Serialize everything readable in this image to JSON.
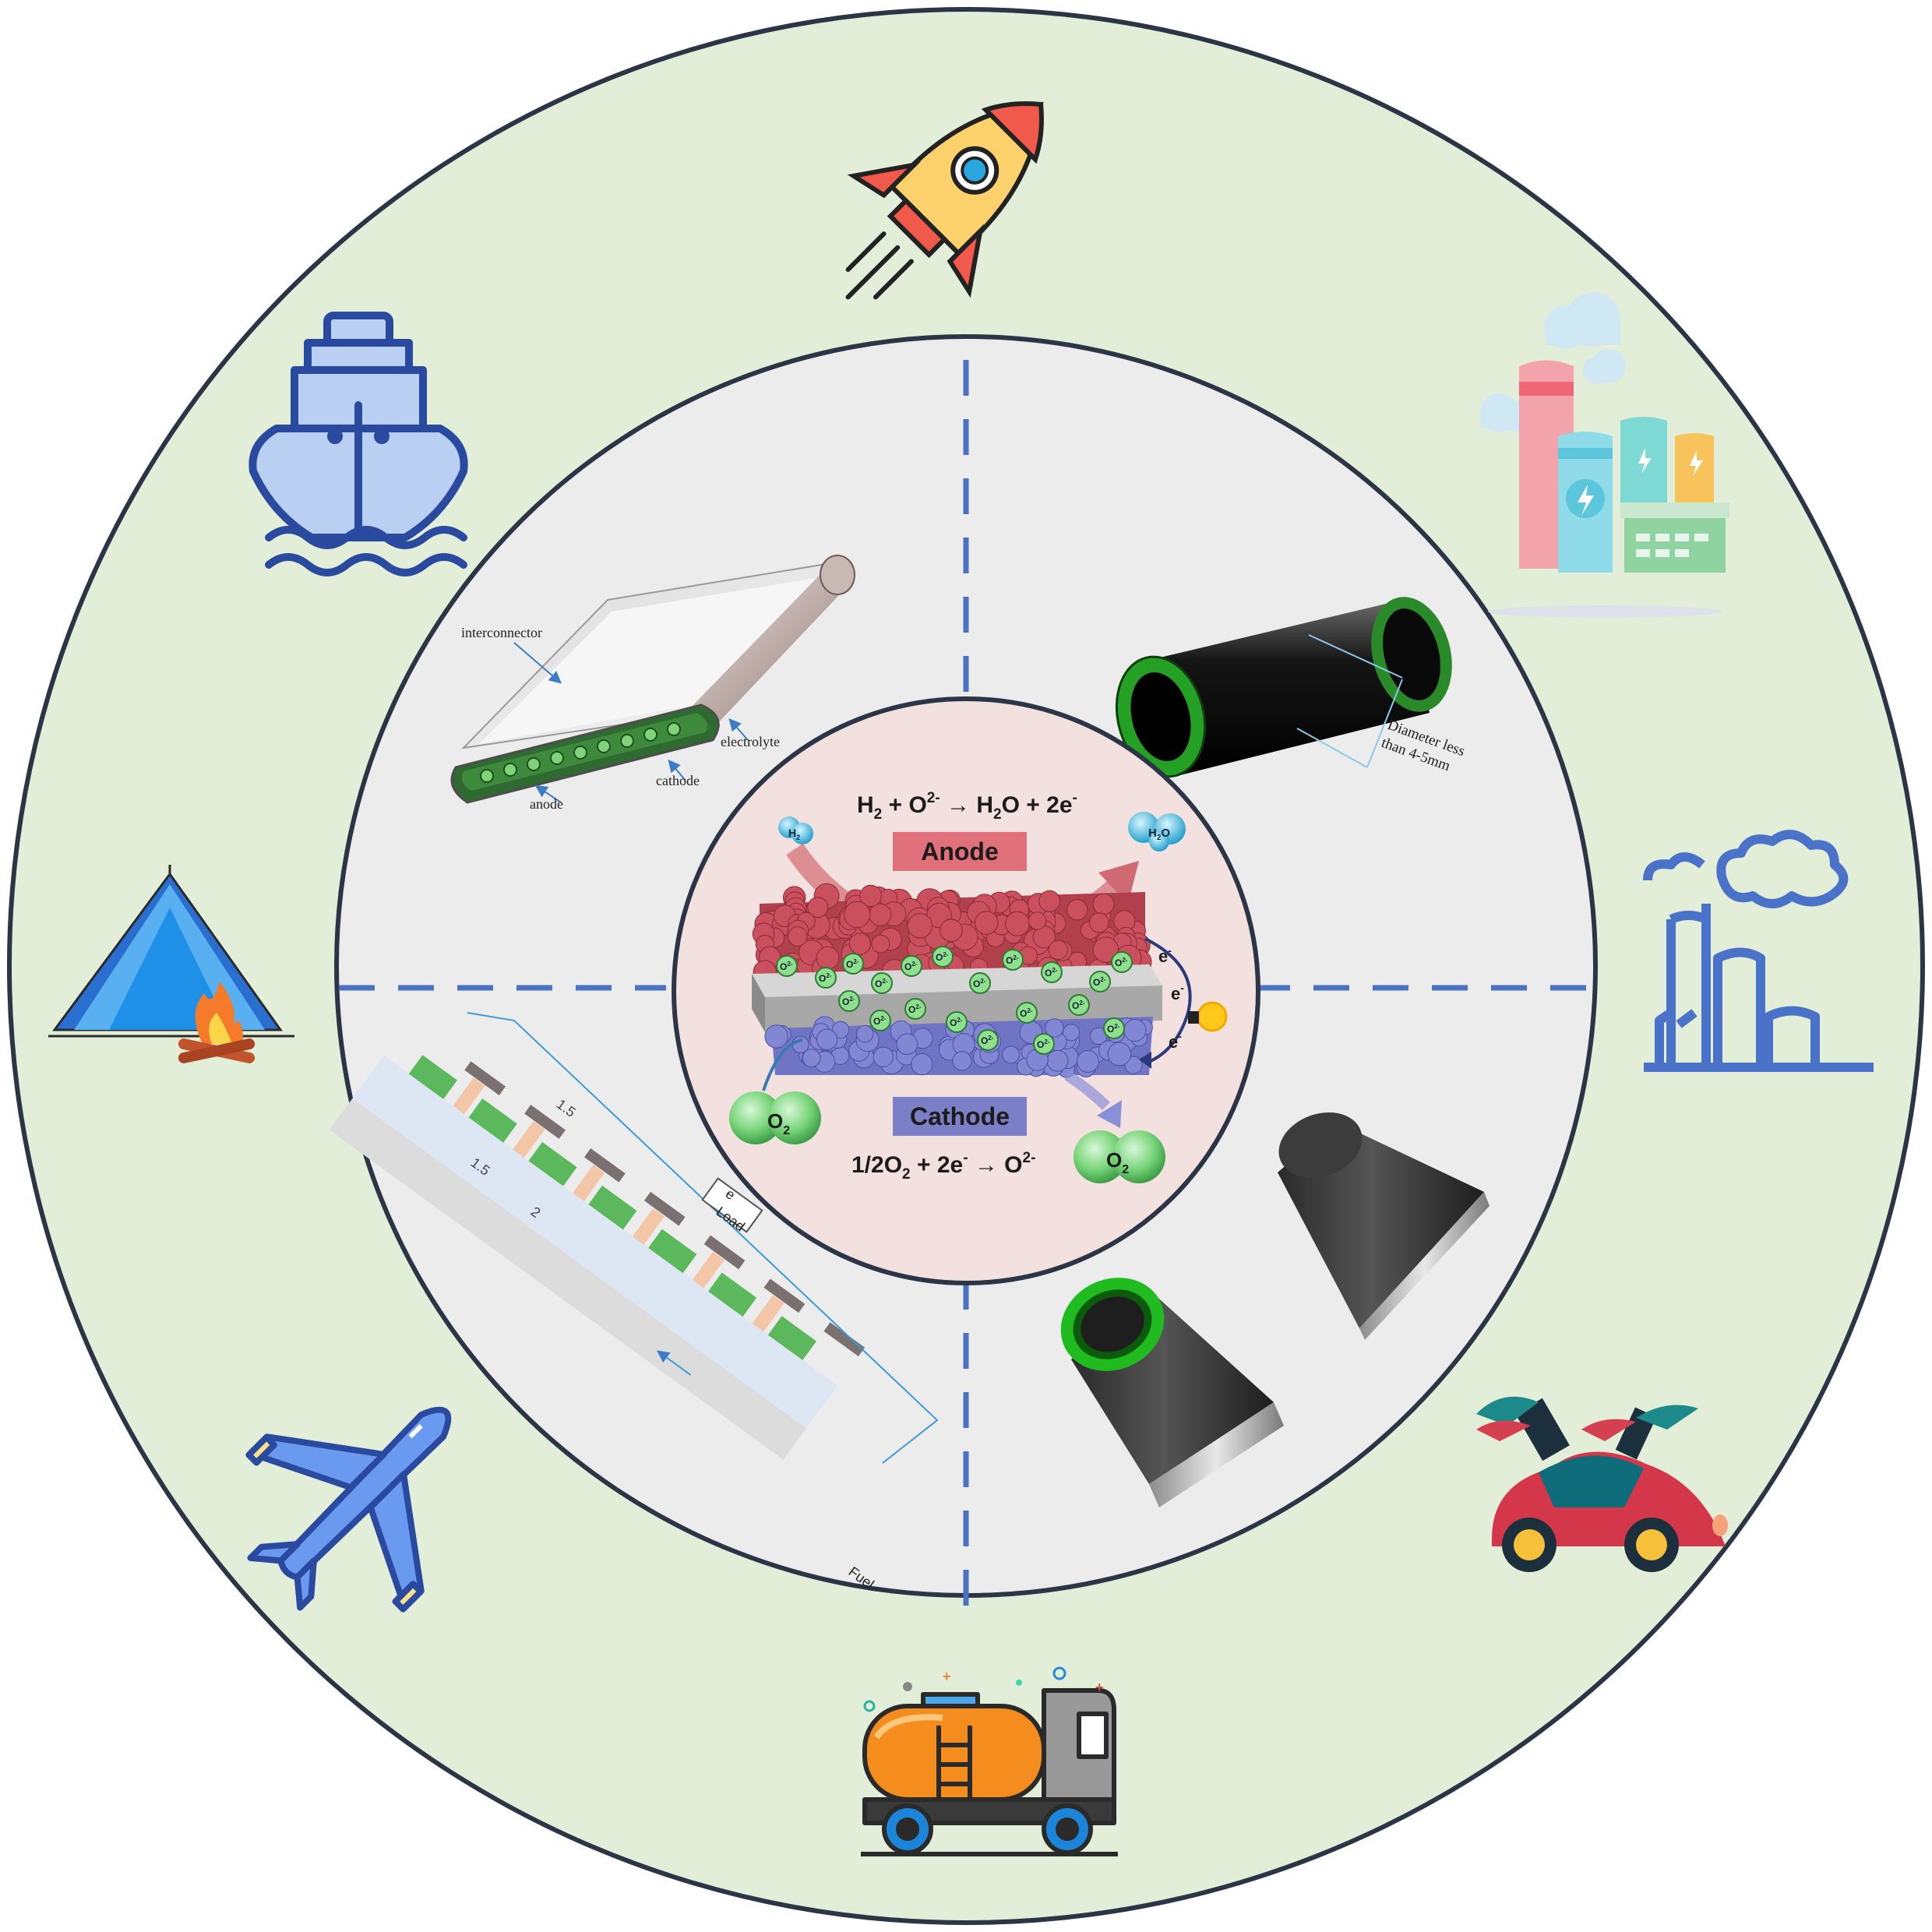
{
  "colors": {
    "outer_ring": "#e2eed8",
    "middle_ring": "#ececec",
    "center_disc": "#f3e1df",
    "ring_stroke": "#2b3545",
    "divider": "#4a72c0",
    "anode_label_bg": "#e0707a",
    "cathode_label_bg": "#7a7fc8",
    "anode_particles": "#b8404c",
    "cathode_particles": "#6f74c4",
    "electrolyte": "#a8a8a8",
    "oxygen_ion": "#7ed47e"
  },
  "center": {
    "anode_equation": {
      "a": "H",
      "a_sub": "2",
      "b": " + O",
      "b_sup": "2-",
      "arrow": " → H",
      "c_sub": "2",
      "c": "O + 2e",
      "c_sup": "-"
    },
    "anode_label": "Anode",
    "cathode_label": "Cathode",
    "cathode_equation": {
      "a": "1/2O",
      "a_sub": "2",
      "b": " + 2e",
      "b_sup": "-",
      "c": " → O",
      "c_sup": "2-"
    },
    "molecule_h2": {
      "main": "H",
      "sub": "2"
    },
    "molecule_h2o": {
      "main": "H",
      "sub": "2",
      "tail": "O"
    },
    "molecule_o2": {
      "main": "O",
      "sub": "2"
    },
    "ion": {
      "main": "O",
      "sup": "2-"
    },
    "electron": {
      "main": "e",
      "sup": "-"
    }
  },
  "planar_cell": {
    "interconnector": "interconnector",
    "electrolyte": "electrolyte",
    "cathode": "cathode",
    "anode": "anode"
  },
  "tubular_cell": {
    "diameter_line1": "Diameter less",
    "diameter_line2": "than 4-5mm"
  },
  "segmented_cell": {
    "dim_top": "1.5",
    "dim_left": "1.5",
    "dim_gap": "2",
    "electron": "e",
    "load": "Load",
    "fuel": "Fuel"
  },
  "applications": [
    "rocket-icon",
    "factory-energy-icon",
    "industrial-plant-icon",
    "flying-car-icon",
    "tanker-truck-icon",
    "airplane-icon",
    "campfire-tent-icon",
    "ship-icon"
  ]
}
